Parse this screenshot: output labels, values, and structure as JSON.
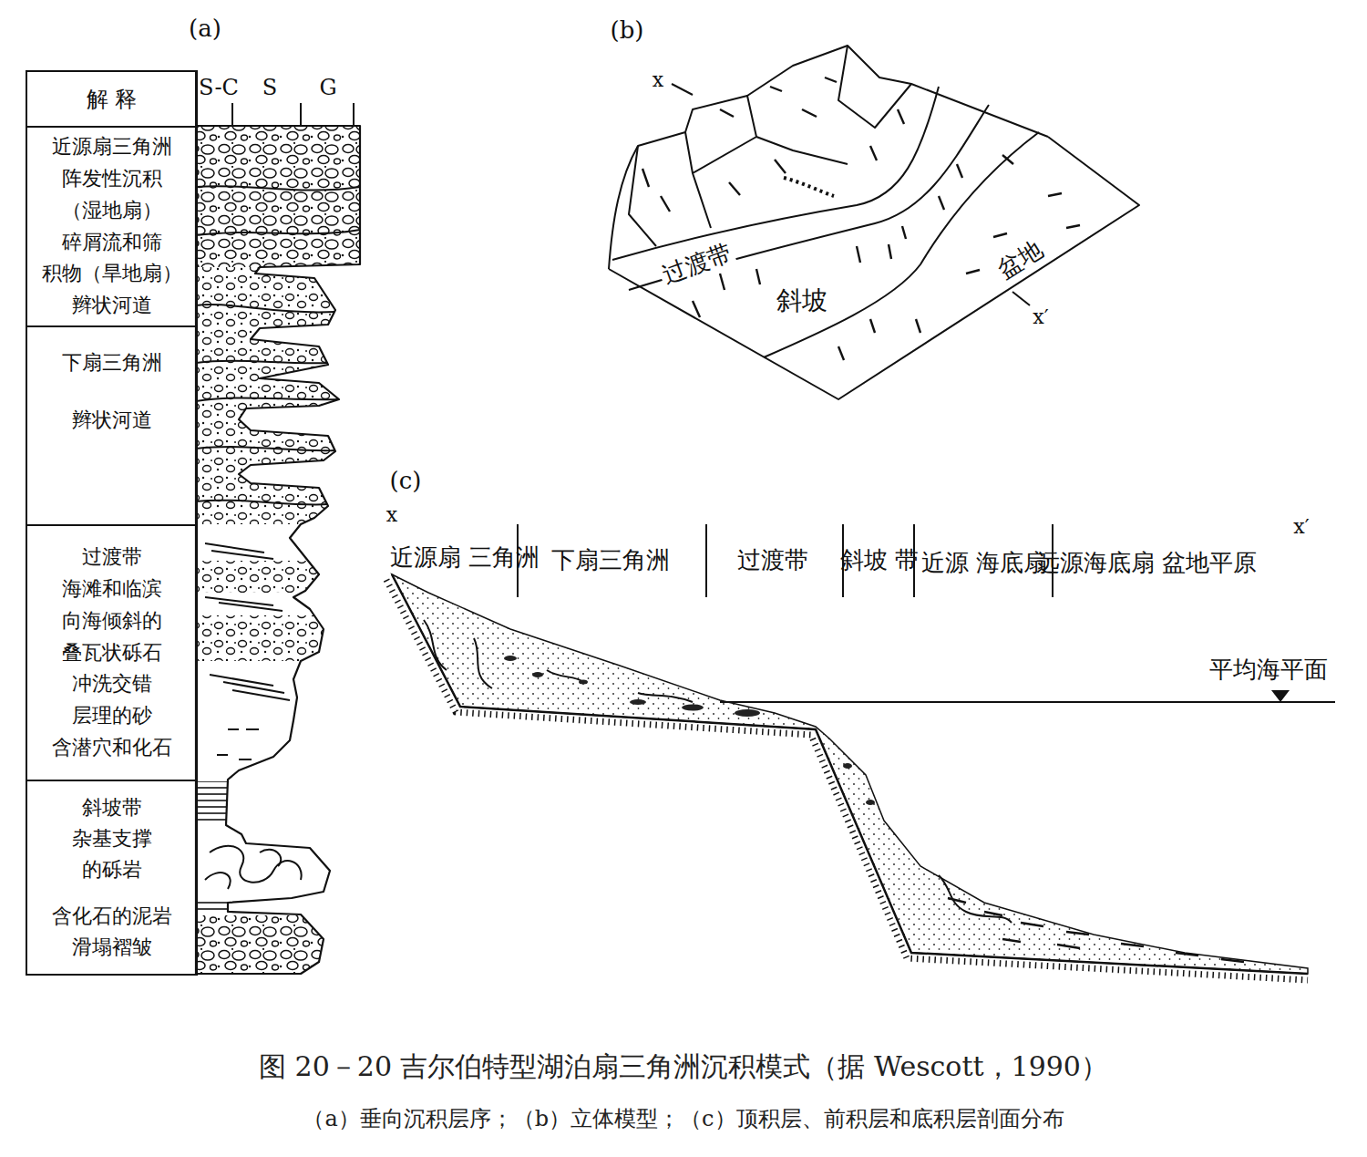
{
  "diagram": {
    "title": "图 20－20 吉尔伯特型湖泊扇三角洲沉积模式（据 Wescott，1990）",
    "caption": "（a）垂向沉积层序；（b）立体模型；（c）顶积层、前积层和底积层剖面分布",
    "nodes": [
      {
        "text": [
          "解 释"
        ]
      },
      {
        "text": [
          "近源扇三角洲 阵发性沉积 （湿地扇） 碎屑流和筛 积物（旱地扇） 辫状河道"
        ]
      },
      {
        "text": [
          "下扇三角洲",
          "辫状河道"
        ]
      },
      {
        "text": [
          "过渡带 海滩和临滨 向海倾斜的 叠瓦状砾石 冲洗交错 层理的砂 含潜穴和化石"
        ]
      },
      {
        "text": [
          "斜坡带 杂基支撑 的砾岩",
          "含化石的泥岩 滑塌褶皱"
        ]
      }
    ],
    "labels": [
      "(a)",
      "S-C",
      "S",
      "G",
      "(b)",
      "x",
      "过渡带",
      "斜坡",
      "盆地",
      "x′",
      "(c)",
      "x",
      "x′",
      "近源扇 三角洲",
      "下扇三角洲",
      "过渡带",
      "斜坡 带",
      "近源 海底扇",
      "远源海底扇 盆地平原",
      "平均海平面"
    ]
  }
}
